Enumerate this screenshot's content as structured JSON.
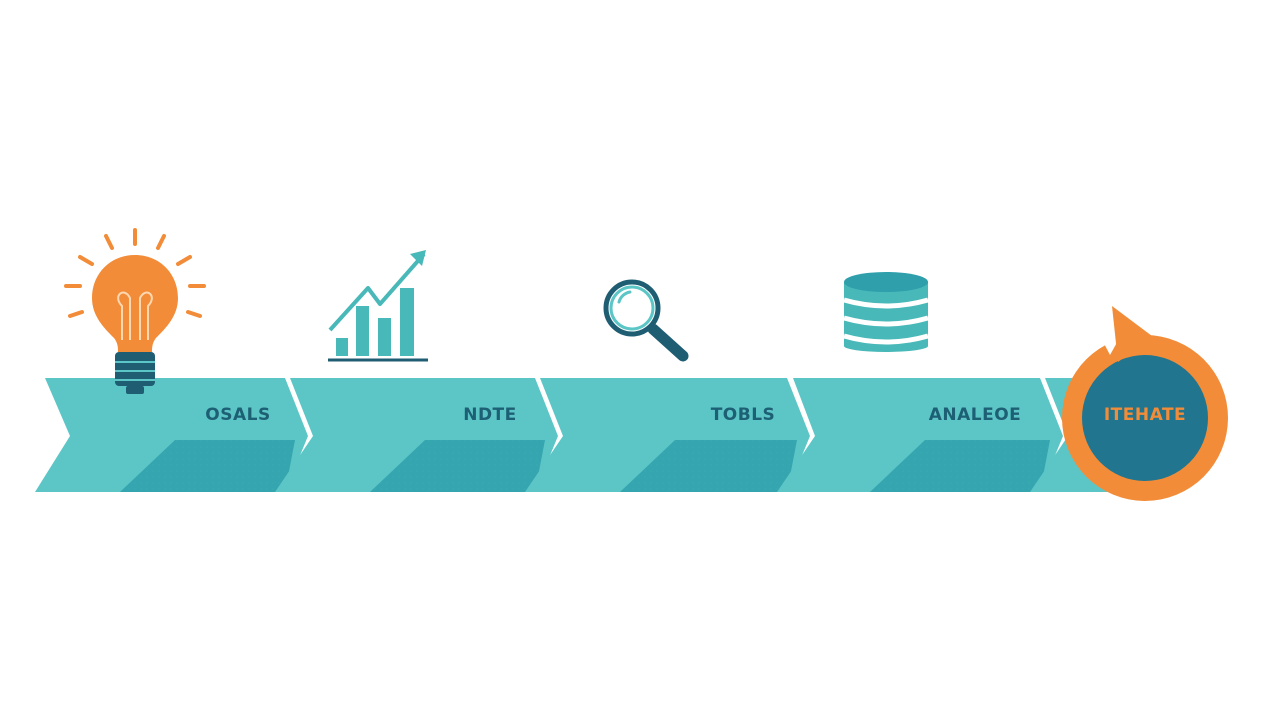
{
  "diagram": {
    "steps": [
      {
        "label": "OSALS",
        "icon": "lightbulb-icon"
      },
      {
        "label": "NDTE",
        "icon": "growth-chart-icon"
      },
      {
        "label": "TOBLS",
        "icon": "magnifier-icon"
      },
      {
        "label": "ANALEOE",
        "icon": "database-icon"
      },
      {
        "label": "ITEHATE",
        "icon": "cycle-arrow-icon"
      }
    ]
  },
  "colors": {
    "chevron": "#5cc6c6",
    "chevron_shadow": "#2a9aa6",
    "icon_orange": "#f28c38",
    "icon_dark": "#1f5d73",
    "icon_teal": "#48b8b8",
    "label_dark": "#1d5f74",
    "label_orange": "#f28c38",
    "cycle_fill": "#21758e"
  }
}
